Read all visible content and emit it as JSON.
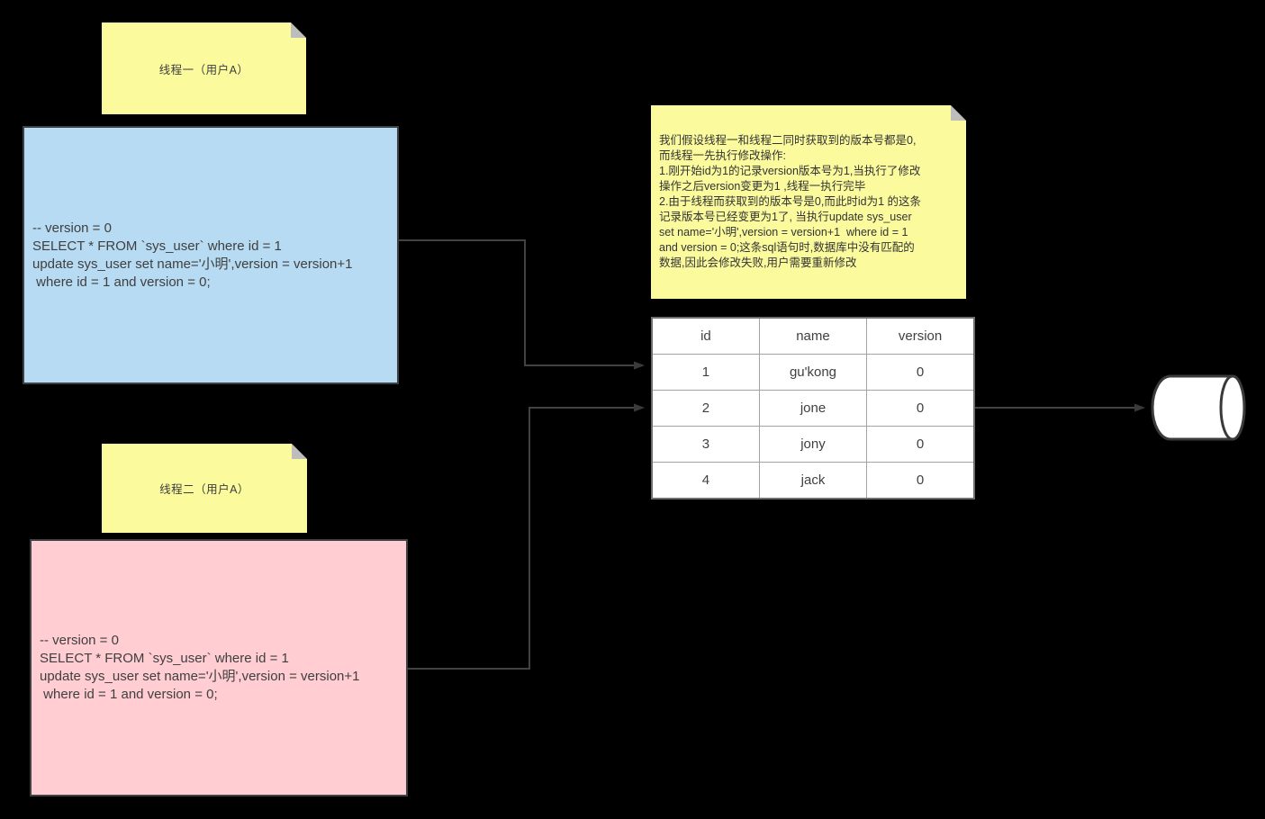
{
  "diagram": {
    "background": "#000000",
    "notes": {
      "thread1": {
        "label": "线程一（用户A）",
        "fill": "#fbfb9e"
      },
      "thread2": {
        "label": "线程二（用户A）",
        "fill": "#fbfb9e"
      },
      "explanation": {
        "fill": "#fbfb9e",
        "text": "我们假设线程一和线程二同时获取到的版本号都是0,\n而线程一先执行修改操作:\n1.刚开始id为1的记录version版本号为1,当执行了修改\n操作之后version变更为1 ,线程一执行完毕\n2.由于线程而获取到的版本号是0,而此时id为1 的这条\n记录版本号已经变更为1了, 当执行update sys_user\nset name='小明',version = version+1  where id = 1\nand version = 0;这条sql语句时,数据库中没有匹配的\n数据,因此会修改失败,用户需要重新修改"
      }
    },
    "sql_boxes": {
      "thread1": {
        "fill": "#b7dbf2",
        "text": "-- version = 0\nSELECT * FROM `sys_user` where id = 1\nupdate sys_user set name='小明',version = version+1\n where id = 1 and version = 0;"
      },
      "thread2": {
        "fill": "#ffcdd2",
        "text": "-- version = 0\nSELECT * FROM `sys_user` where id = 1\nupdate sys_user set name='小明',version = version+1\n where id = 1 and version = 0;"
      }
    },
    "table": {
      "headers": [
        "id",
        "name",
        "version"
      ],
      "rows": [
        [
          "1",
          "gu'kong",
          "0"
        ],
        [
          "2",
          "jone",
          "0"
        ],
        [
          "3",
          "jony",
          "0"
        ],
        [
          "4",
          "jack",
          "0"
        ]
      ]
    },
    "icons": {
      "database": "database-cylinder-icon"
    },
    "connectors": [
      {
        "from": "thread1-sql-box",
        "to": "sys-user-table"
      },
      {
        "from": "thread2-sql-box",
        "to": "sys-user-table"
      },
      {
        "from": "sys-user-table",
        "to": "database-cylinder"
      }
    ],
    "colors": {
      "note_fill": "#fbfb9e",
      "blue_fill": "#b7dbf2",
      "pink_fill": "#ffcdd2",
      "box_border": "#3f4245",
      "connector": "#424242",
      "table_border": "#6f6f6f"
    }
  }
}
